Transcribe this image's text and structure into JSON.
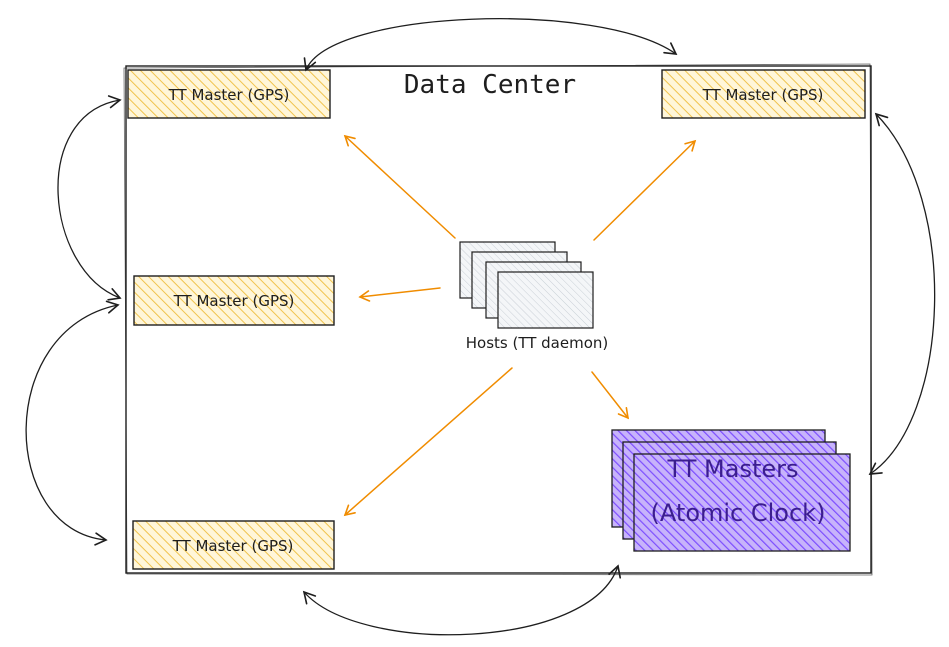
{
  "container": {
    "title": "Data Center"
  },
  "masters": [
    {
      "label": "TT Master (GPS)"
    },
    {
      "label": "TT Master (GPS)"
    },
    {
      "label": "TT Master (GPS)"
    },
    {
      "label": "TT Master (GPS)"
    }
  ],
  "hosts": {
    "label": "Hosts (TT daemon)"
  },
  "atomic": {
    "line1": "TT Masters",
    "line2": "(Atomic Clock)"
  },
  "colors": {
    "gps_fill": "#f4c542",
    "gps_stroke": "#c9a227",
    "atomic_fill": "#8a5cf6",
    "atomic_stroke": "#3b1d8f",
    "arrow_orange": "#f08c00",
    "ink": "#1e1e1e"
  }
}
